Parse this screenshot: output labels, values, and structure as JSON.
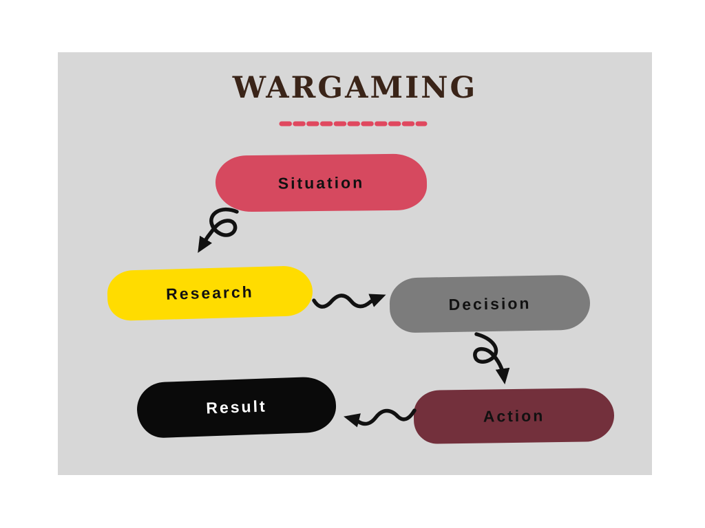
{
  "title": "WARGAMING",
  "title_color": "#3a2418",
  "panel": {
    "background": "#d7d7d7"
  },
  "divider": {
    "color": "#e0485f",
    "dash_count": 11
  },
  "arrow_color": "#111111",
  "nodes": [
    {
      "id": "situation",
      "label": "Situation",
      "color": "#d6495f",
      "text_color": "#111111"
    },
    {
      "id": "research",
      "label": "Research",
      "color": "#ffdc00",
      "text_color": "#111111"
    },
    {
      "id": "decision",
      "label": "Decision",
      "color": "#7c7c7c",
      "text_color": "#111111"
    },
    {
      "id": "action",
      "label": "Action",
      "color": "#73303c",
      "text_color": "#111111"
    },
    {
      "id": "result",
      "label": "Result",
      "color": "#0a0a0a",
      "text_color": "#ffffff"
    }
  ],
  "arrows": [
    {
      "from": "situation",
      "to": "research",
      "shape": "curl-loop"
    },
    {
      "from": "research",
      "to": "decision",
      "shape": "wavy"
    },
    {
      "from": "decision",
      "to": "action",
      "shape": "curl-loop"
    },
    {
      "from": "action",
      "to": "result",
      "shape": "wavy"
    }
  ]
}
